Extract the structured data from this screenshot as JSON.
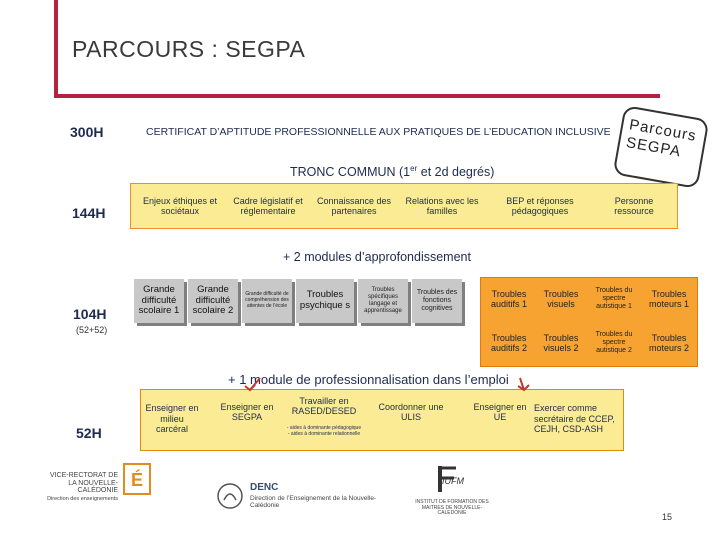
{
  "title": "PARCOURS : SEGPA",
  "hours": {
    "h300": "300H",
    "h144": "144H",
    "h104": "104H",
    "h104_sub": "(52+52)",
    "h52": "52H"
  },
  "certificate": "CERTIFICAT D’APTITUDE PROFESSIONNELLE AUX PRATIQUES DE L’EDUCATION INCLUSIVE",
  "stamp": {
    "line1": "Parcours",
    "line2": "SEGPA"
  },
  "tronc_commun": {
    "title_a": "TRONC COMMUN (1",
    "title_sup": "er",
    "title_b": " et 2d degrés)",
    "items": [
      "Enjeux éthiques et sociétaux",
      "Cadre législatif et réglementaire",
      "Connaissance des partenaires",
      "Relations avec les familles",
      "BEP et réponses pédagogiques",
      "Personne ressource"
    ]
  },
  "modules": {
    "title": "+ 2 modules d’approfondissement",
    "gray_items": [
      "Grande difficulté scolaire 1",
      "Grande difficulté scolaire 2",
      "Grande difficulté de compréhension des attentes de l’école",
      "Troubles psychique s",
      "Troubles spécifiques langage et apprentissage",
      "Troubles des fonctions cognitives"
    ],
    "orange_items": [
      "Troubles auditifs 1",
      "Troubles visuels",
      "Troubles du spectre autistique 1",
      "Troubles moteurs 1",
      "Troubles auditifs 2",
      "Troubles visuels 2",
      "Troubles du spectre autistique 2",
      "Troubles moteurs 2"
    ]
  },
  "professionnalisation": {
    "title": "+ 1 module de professionnalisation dans l’emploi",
    "items": [
      "Enseigner en milieu carcéral",
      "Enseigner en SEGPA",
      "Travailler en RASED/DESED",
      "Coordonner une ULIS",
      "Enseigner en UE",
      "Exercer comme secrétaire de CCEP, CEJH, CSD-ASH"
    ],
    "rased_sub": "- aides à dominante pédagogique - aides à dominante relationnelle"
  },
  "logos": {
    "vice_rectorat": "VICE-RECTORAT DE LA NOUVELLE-CALÉDONIE",
    "vice_rectorat_sub": "Direction des enseignements",
    "denc_name": "DENC",
    "denc_sub": "Direction de l’Enseignement de la Nouvelle-Calédonie",
    "iufm": "IUFM",
    "iufm_sub": "INSTITUT DE FORMATION DES MAITRES DE NOUVELLE-CALEDONIE"
  },
  "page_number": "15",
  "colors": {
    "accent": "#b5213f",
    "tronc_fill": "#fbeb94",
    "orange_fill": "#f7a331",
    "gray_fill": "#c8c8c8"
  }
}
